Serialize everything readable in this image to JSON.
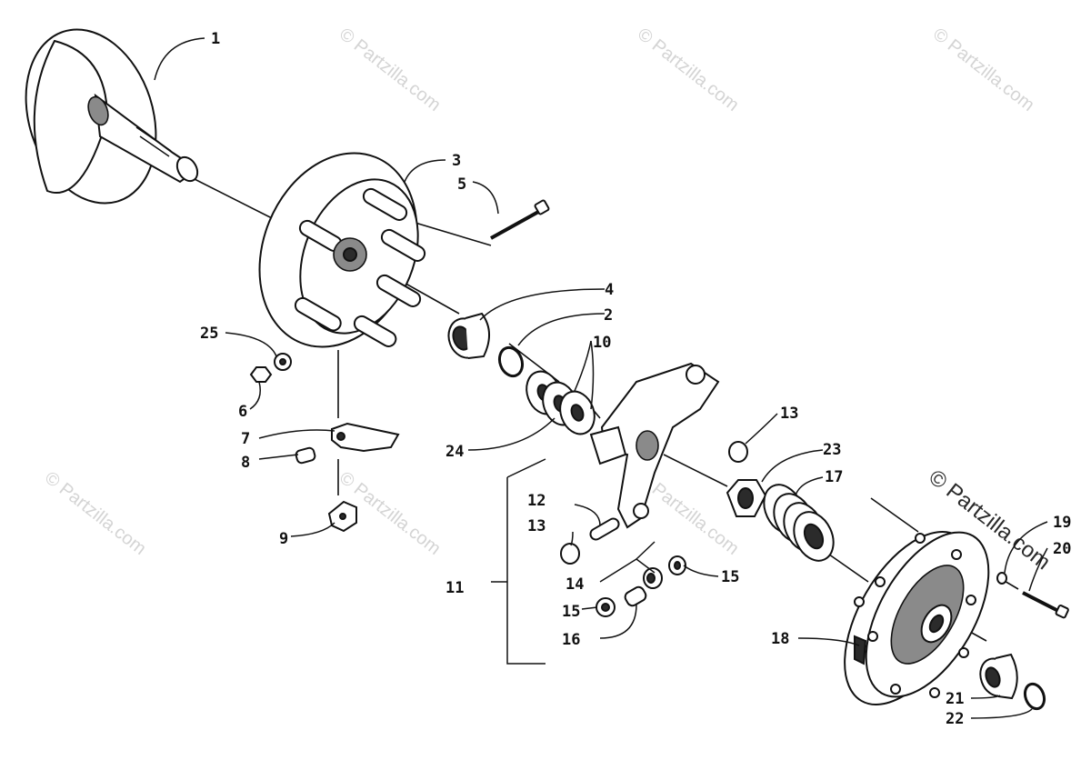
{
  "watermark": {
    "text": "© Partzilla.com",
    "main_text": "© Partzilla.com"
  },
  "callouts": [
    {
      "id": "1",
      "label": "1"
    },
    {
      "id": "2",
      "label": "2"
    },
    {
      "id": "3",
      "label": "3"
    },
    {
      "id": "4",
      "label": "4"
    },
    {
      "id": "5",
      "label": "5"
    },
    {
      "id": "6",
      "label": "6"
    },
    {
      "id": "7",
      "label": "7"
    },
    {
      "id": "8",
      "label": "8"
    },
    {
      "id": "9",
      "label": "9"
    },
    {
      "id": "10",
      "label": "10"
    },
    {
      "id": "11",
      "label": "11"
    },
    {
      "id": "12",
      "label": "12"
    },
    {
      "id": "13a",
      "label": "13"
    },
    {
      "id": "13b",
      "label": "13"
    },
    {
      "id": "14",
      "label": "14"
    },
    {
      "id": "15a",
      "label": "15"
    },
    {
      "id": "15b",
      "label": "15"
    },
    {
      "id": "16",
      "label": "16"
    },
    {
      "id": "17",
      "label": "17"
    },
    {
      "id": "18",
      "label": "18"
    },
    {
      "id": "19",
      "label": "19"
    },
    {
      "id": "20",
      "label": "20"
    },
    {
      "id": "21",
      "label": "21"
    },
    {
      "id": "22",
      "label": "22"
    },
    {
      "id": "23",
      "label": "23"
    },
    {
      "id": "24",
      "label": "24"
    },
    {
      "id": "25",
      "label": "25"
    }
  ]
}
